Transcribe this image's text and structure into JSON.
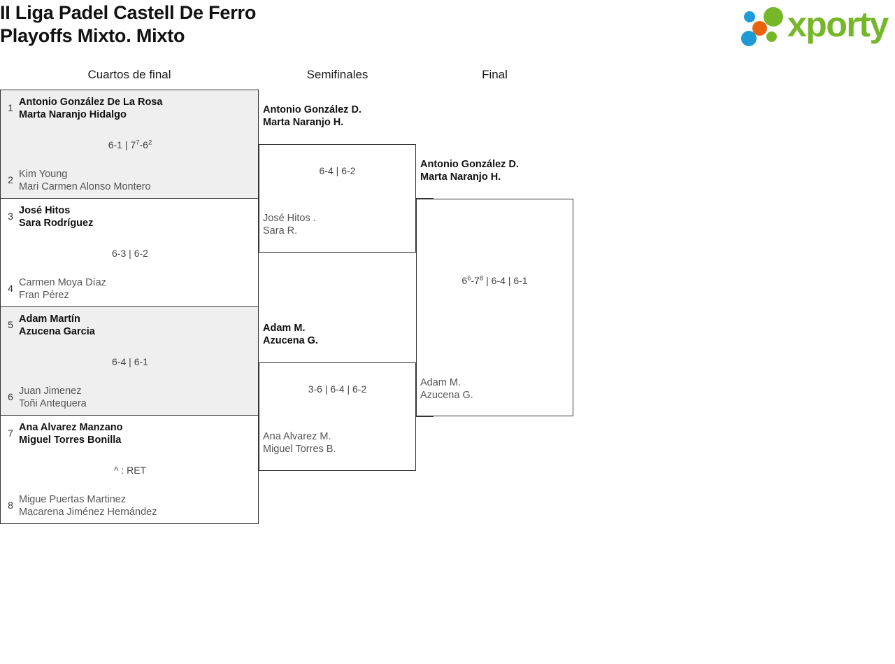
{
  "header": {
    "title": "II Liga Padel Castell De Ferro\nPlayoffs Mixto. Mixto",
    "logo_text": "xporty",
    "logo_colors": {
      "green": "#76b72a",
      "blue": "#1d9bd7",
      "orange": "#e9640c"
    }
  },
  "rounds": [
    {
      "label": "Cuartos de final"
    },
    {
      "label": "Semifinales"
    },
    {
      "label": "Final"
    }
  ],
  "quarterfinals": [
    {
      "seed_top": "1",
      "top_line1": "Antonio González De La Rosa",
      "top_line2": "Marta Naranjo Hidalgo",
      "seed_bottom": "2",
      "bottom_line1": "Kim Young",
      "bottom_line2": "Mari Carmen Alonso Montero",
      "score_html": "6-1 | 7<sup>7</sup>-6<sup>2</sup>",
      "winner": "top",
      "shaded": true
    },
    {
      "seed_top": "3",
      "top_line1": "José Hitos",
      "top_line2": "Sara Rodríguez",
      "seed_bottom": "4",
      "bottom_line1": "Carmen Moya Díaz",
      "bottom_line2": "Fran Pérez",
      "score_html": "6-3 | 6-2",
      "winner": "top",
      "shaded": false
    },
    {
      "seed_top": "5",
      "top_line1": "Adam Martín",
      "top_line2": "Azucena Garcia",
      "seed_bottom": "6",
      "bottom_line1": "Juan Jimenez",
      "bottom_line2": "Toñi Antequera",
      "score_html": "6-4 | 6-1",
      "winner": "top",
      "shaded": true
    },
    {
      "seed_top": "7",
      "top_line1": "Ana Alvarez Manzano",
      "top_line2": "Miguel Torres Bonilla",
      "seed_bottom": "8",
      "bottom_line1": "Migue Puertas Martinez",
      "bottom_line2": "Macarena Jiménez Hernández",
      "score_html": "^ : RET",
      "winner": "top",
      "shaded": false
    }
  ],
  "semifinals": [
    {
      "winner_line1": "Antonio González D.",
      "winner_line2": "Marta Naranjo H.",
      "loser_line1": "José Hitos .",
      "loser_line2": "Sara R.",
      "score_html": "6-4 | 6-2"
    },
    {
      "winner_line1": "Adam M.",
      "winner_line2": "Azucena G.",
      "loser_line1": "Ana Alvarez M.",
      "loser_line2": "Miguel Torres B.",
      "score_html": "3-6 | 6-4 | 6-2"
    }
  ],
  "final": {
    "winner_line1": "Antonio González D.",
    "winner_line2": "Marta Naranjo H.",
    "loser_line1": "Adam M.",
    "loser_line2": "Azucena G.",
    "score_html": "6<sup>6</sup>-7<sup>8</sup> | 6-4 | 6-1"
  }
}
